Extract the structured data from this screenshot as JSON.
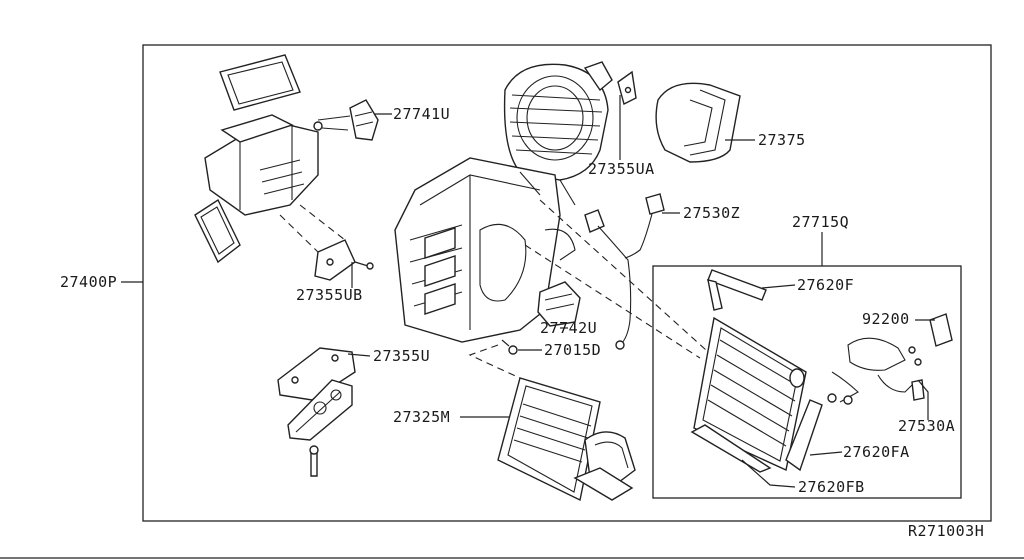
{
  "diagram": {
    "title": "",
    "reference_code": "R271003H",
    "callouts": {
      "c27400P": "27400P",
      "c27741U": "27741U",
      "c27355UA": "27355UA",
      "c27375": "27375",
      "c27530Z": "27530Z",
      "c27715Q": "27715Q",
      "c27620F": "27620F",
      "c92200": "92200",
      "c27530A": "27530A",
      "c27620FA": "27620FA",
      "c27620FB": "27620FB",
      "c27742U": "27742U",
      "c27015D": "27015D",
      "c27355UB": "27355UB",
      "c27355U": "27355U",
      "c27325M": "27325M"
    }
  }
}
